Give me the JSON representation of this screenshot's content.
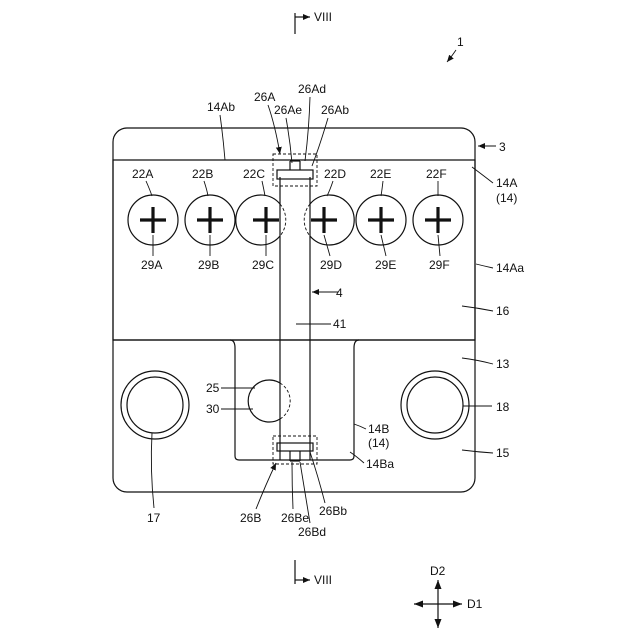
{
  "labels": {
    "section_top": "VIII",
    "section_bottom": "VIII",
    "assembly": "1",
    "cover": "3",
    "partition": "4",
    "wall": "41",
    "body": "13",
    "upper_face": "16",
    "lower_face": "15",
    "terminal_left": "17",
    "terminal_right": "18",
    "top_plate": "14A",
    "top_plate_group": "(14)",
    "top_plate_side": "14Aa",
    "top_plate_edge": "14Ab",
    "bottom_plate": "14B",
    "bottom_plate_group": "(14)",
    "bottom_plate_edge": "14Ba",
    "latch_top": "26A",
    "latch_top_d": "26Ad",
    "latch_top_e": "26Ae",
    "latch_top_b": "26Ab",
    "latch_bottom": "26B",
    "latch_bottom_e": "26Be",
    "latch_bottom_d": "26Bd",
    "latch_bottom_b": "26Bb",
    "vent": "25",
    "vent_cap": "30",
    "axis_d1": "D1",
    "axis_d2": "D2"
  },
  "cells": [
    {
      "top": "22A",
      "bottom": "29A"
    },
    {
      "top": "22B",
      "bottom": "29B"
    },
    {
      "top": "22C",
      "bottom": "29C"
    },
    {
      "top": "22D",
      "bottom": "29D"
    },
    {
      "top": "22E",
      "bottom": "29E"
    },
    {
      "top": "22F",
      "bottom": "29F"
    }
  ]
}
